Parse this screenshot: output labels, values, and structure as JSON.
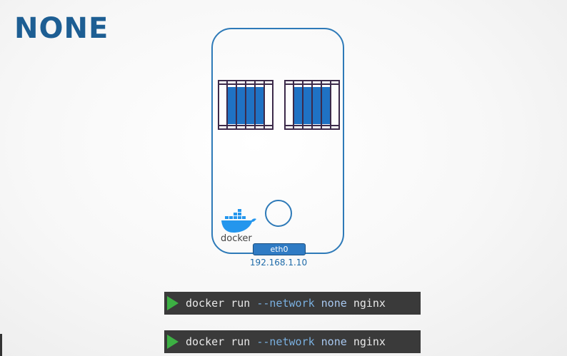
{
  "title": "NONE",
  "host": {
    "docker_logo_text": "docker",
    "interface": {
      "name": "eth0",
      "ip": "192.168.1.10"
    }
  },
  "commands": [
    {
      "parts": {
        "cmd": "docker run ",
        "flag": "--network",
        "val": "none",
        "image": "nginx"
      }
    },
    {
      "parts": {
        "cmd": "docker run ",
        "flag": "--network",
        "val": "none",
        "image": "nginx"
      }
    }
  ],
  "colors": {
    "title": "#1d5e93",
    "host_border": "#2e7ab8",
    "container_fill": "#1f72c4",
    "cage_bars": "#3c2a4a",
    "eth0_fill": "#2f7bc4",
    "cmd_bg": "#3a3a3a",
    "play_icon": "#3cb043"
  },
  "icons": [
    "docker-whale-icon",
    "play-icon",
    "container-cage-icon"
  ]
}
